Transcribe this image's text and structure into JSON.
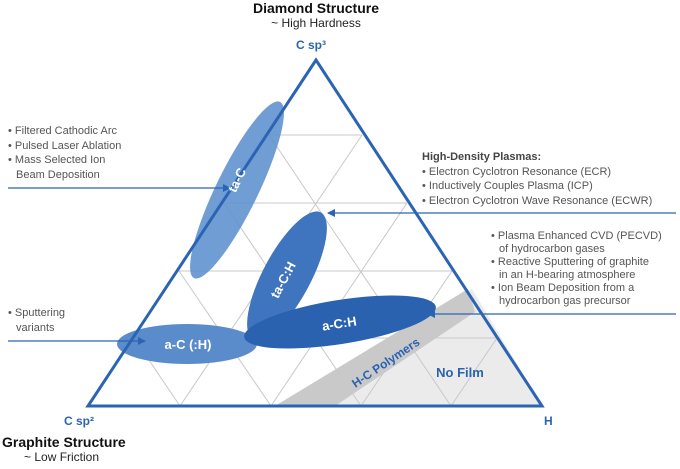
{
  "top_title": "Diamond Structure",
  "top_subtitle": "~ High Hardness",
  "bottom_title": "Graphite Structure",
  "bottom_subtitle": "~ Low Friction",
  "vertex_top": "C sp³",
  "vertex_left": "C sp²",
  "vertex_right": "H",
  "regions": {
    "ta_c": "ta-C",
    "ta_c_h": "ta-C:H",
    "a_c_h": "a-C:H",
    "a_c": "a-C (:H)",
    "hc_polymers": "H-C Polymers",
    "no_film": "No Film"
  },
  "notes": {
    "left_top": [
      "• Filtered Cathodic Arc",
      "• Pulsed Laser Ablation",
      "• Mass Selected Ion",
      "  Beam Deposition"
    ],
    "left_bottom": [
      "• Sputtering",
      "  variants"
    ],
    "right_top_heading": "High-Density Plasmas:",
    "right_top": [
      "• Electron Cyclotron Resonance (ECR)",
      "• Inductively Couples Plasma (ICP)",
      "• Electron Cyclotron Wave Resonance (ECWR)"
    ],
    "right_bottom": [
      "• Plasma Enhanced CVD (PECVD)",
      "  of hydrocarbon gases",
      "• Reactive Sputtering of graphite",
      "  in an H-bearing atmosphere",
      "• Ion Beam Deposition from a",
      "  hydrocarbon gas precursor"
    ]
  },
  "colors": {
    "outline": "#2a64b3",
    "grid": "#c8c8c8",
    "ta_c": "#5d8fcf",
    "ta_c_h": "#3f74be",
    "a_c_h": "#2a62b0",
    "a_c": "#5a8bcb",
    "hc_band": "#c9c9c9",
    "no_film": "#ebebeb",
    "arrow": "#2a64b3"
  }
}
